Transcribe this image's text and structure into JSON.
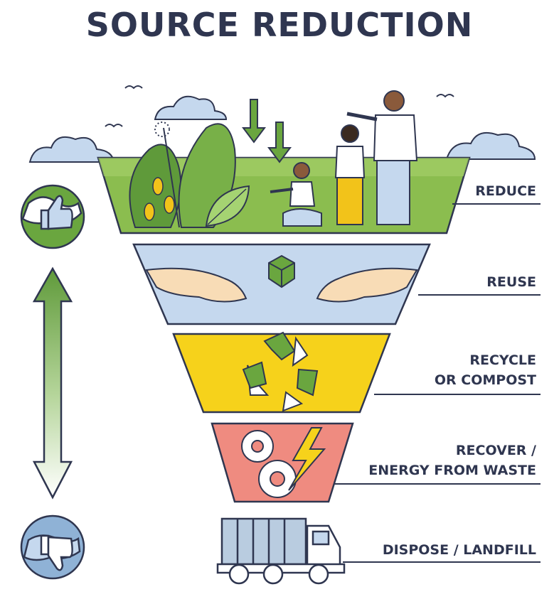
{
  "title": "SOURCE REDUCTION",
  "levels": [
    {
      "lines": [
        "REDUCE"
      ],
      "icon": "grass-with-people",
      "color": "#8bbd4f"
    },
    {
      "lines": [
        "REUSE"
      ],
      "icon": "hands-with-cube",
      "color": "#c9d9ec"
    },
    {
      "lines": [
        "RECYCLE",
        "OR COMPOST"
      ],
      "icon": "recycle-icon",
      "color": "#f6d21b"
    },
    {
      "lines": [
        "RECOVER /",
        "ENERGY FROM WASTE"
      ],
      "icon": "gears-lightning-icon",
      "color": "#ef8b80"
    },
    {
      "lines": [
        "DISPOSE / LANDFILL"
      ],
      "icon": "garbage-truck-icon",
      "color": "#b9cce0"
    }
  ],
  "scale": {
    "top_icon": "globe-thumbs-up-icon",
    "bottom_icon": "globe-thumbs-down-icon",
    "arrow": "double-arrow-icon"
  }
}
